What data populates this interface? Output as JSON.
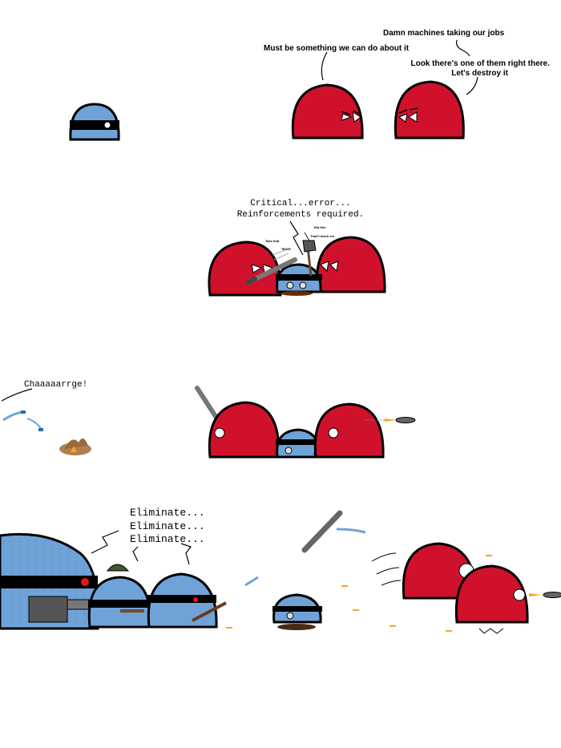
{
  "colors": {
    "red_ball": "#d0112b",
    "blue_ball": "#6fa3d8",
    "visor": "#000000",
    "eye_glow": "#e81414",
    "weapon_grey": "#707070",
    "fire": "#f6a623"
  },
  "panel1": {
    "speech_left": "Must be something we can do about it",
    "speech_right_top": "Damn machines taking our jobs",
    "speech_right_bottom_line1": "Look there's one of them right there.",
    "speech_right_bottom_line2": "Let's destroy it"
  },
  "panel2": {
    "robot_line1": "Critical...error...",
    "robot_line2": "Reinforcements required.",
    "take_that": "Take that",
    "bam": "*BAM*",
    "eat_this": "Eat this",
    "teach_em": "That'll teach em"
  },
  "panel3": {
    "charge": "Chaaaaarrge!"
  },
  "panel4": {
    "eliminate_lines": "Eliminate...\nEliminate...\nEliminate..."
  },
  "icons": [
    "robot-ball-icon",
    "red-ball-icon",
    "bat-icon",
    "rocket-icon",
    "minigun-icon",
    "fire-icon",
    "helmet-icon"
  ]
}
